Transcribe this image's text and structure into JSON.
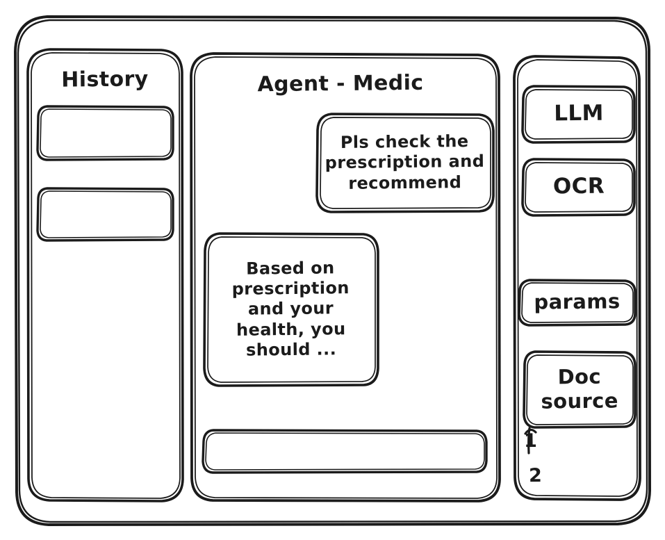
{
  "window": {
    "style": "hand-drawn-wireframe",
    "ink_color": "#1b1b1b",
    "paper_color": "#ffffff"
  },
  "sidebar": {
    "title": "History",
    "items": [
      {
        "label": ""
      },
      {
        "label": ""
      }
    ]
  },
  "main": {
    "title": "Agent - Medic",
    "messages": [
      {
        "role": "user",
        "text": "Pls check the prescription and recommend"
      },
      {
        "role": "agent",
        "text": "Based on prescription and your health, you should ..."
      }
    ],
    "composer": {
      "value": "",
      "placeholder": ""
    }
  },
  "tools": {
    "buttons": [
      {
        "label": "LLM"
      },
      {
        "label": "OCR"
      },
      {
        "label": "params"
      }
    ],
    "doc_source": {
      "label": "Doc source",
      "items": [
        "1",
        "2"
      ]
    }
  }
}
